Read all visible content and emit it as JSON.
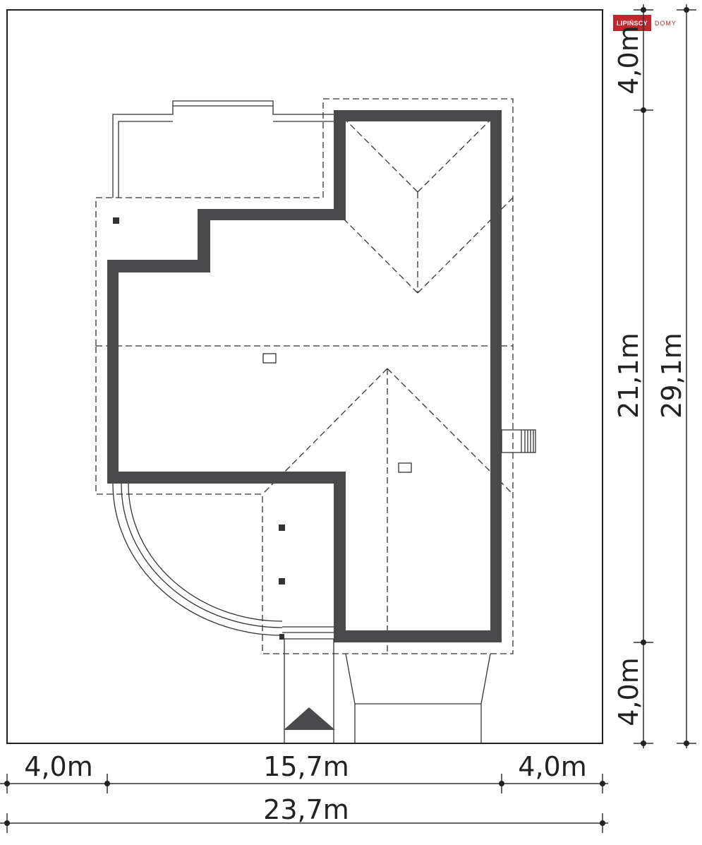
{
  "brand": {
    "name_part1": "LIPIŃSCY",
    "name_part2": "DOMY",
    "color_primary": "#c0272d"
  },
  "dimensions": {
    "width_left_setback": "4,0m",
    "width_house": "15,7m",
    "width_right_setback": "4,0m",
    "width_total": "23,7m",
    "depth_top_setback": "4,0m",
    "depth_house": "21,1m",
    "depth_bottom_setback": "4,0m",
    "depth_total": "29,1m"
  }
}
